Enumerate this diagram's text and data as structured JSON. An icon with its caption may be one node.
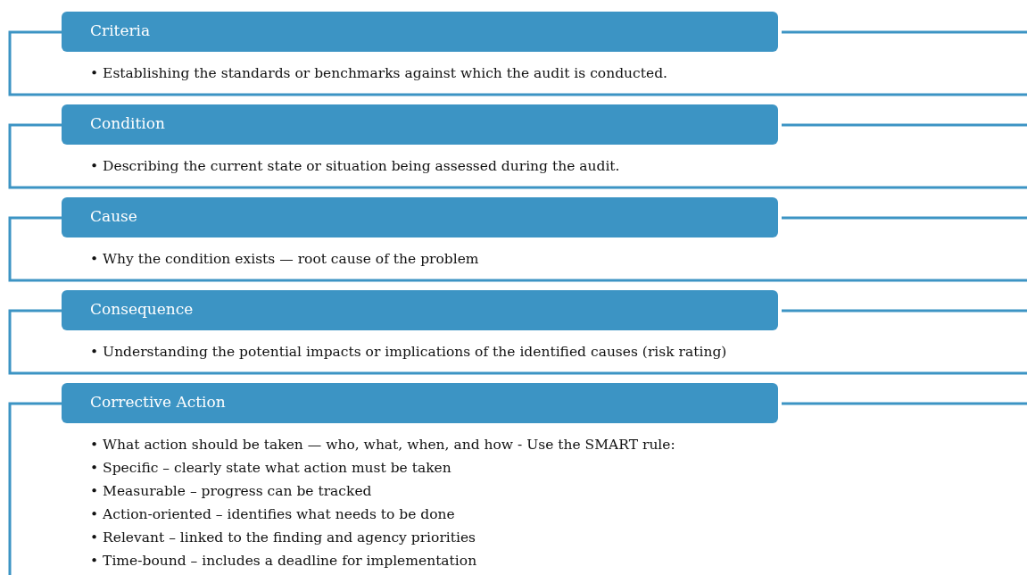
{
  "diagram": {
    "nodes": [
      {
        "text": [
          "Criteria"
        ],
        "beside": [
          "• Establishing the standards or benchmarks against which the audit is conducted."
        ]
      },
      {
        "text": [
          "Condition"
        ],
        "beside": [
          "• Describing the current state or situation being assessed during the audit."
        ]
      },
      {
        "text": [
          "Cause"
        ],
        "beside": [
          "• Why the condition exists — root cause of the problem"
        ]
      },
      {
        "text": [
          "Consequence"
        ],
        "beside": [
          "• Understanding the potential impacts or implications of the identified causes (risk rating)"
        ]
      },
      {
        "text": [
          "Corrective Action"
        ],
        "beside": [
          "• What action should be taken — who, what, when, and how - Use the SMART rule:",
          "• Specific – clearly state what action must be taken",
          "• Measurable – progress can be tracked",
          "• Action-oriented – identifies what needs to be done",
          "• Relevant – linked to the finding and agency priorities",
          "• Time-bound – includes a deadline for implementation"
        ]
      }
    ]
  }
}
